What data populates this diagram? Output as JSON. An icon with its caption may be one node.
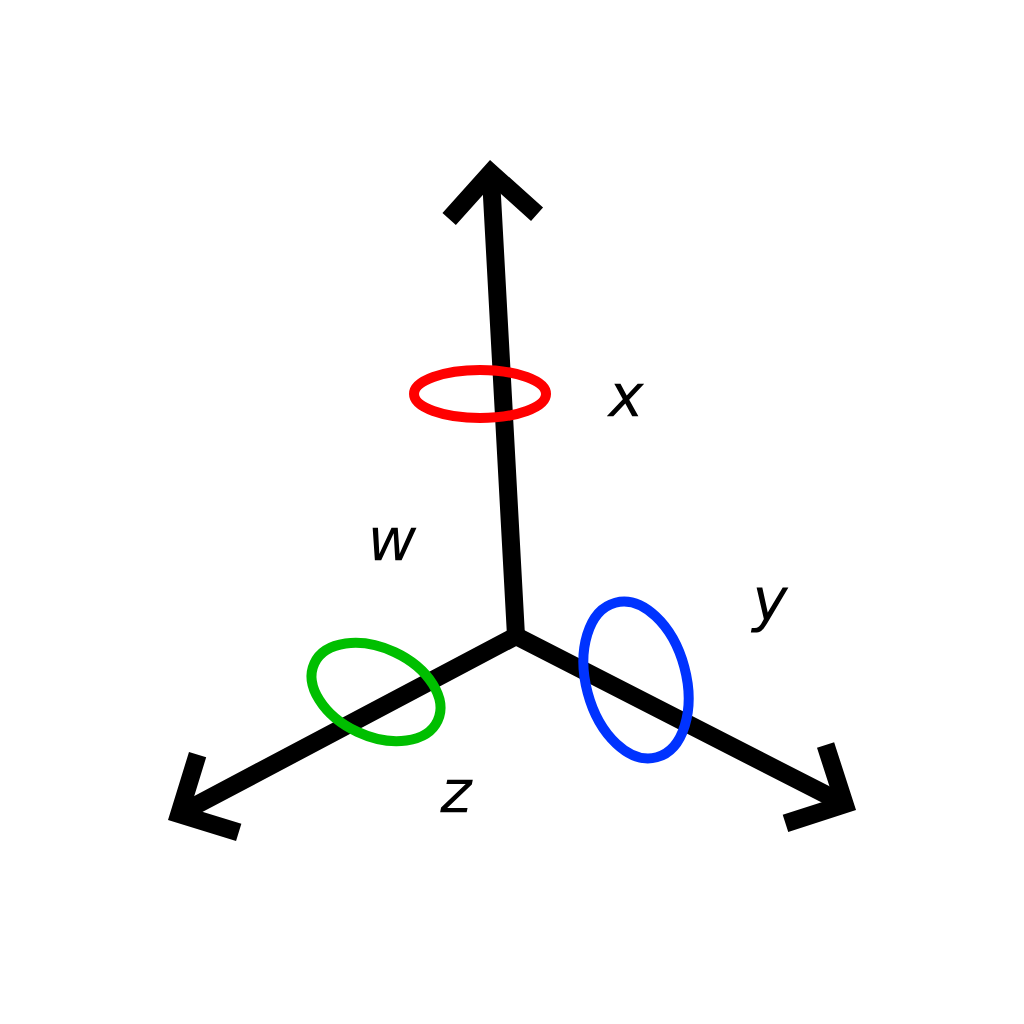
{
  "diagram": {
    "labels": [
      "x",
      "w",
      "y",
      "z"
    ]
  }
}
